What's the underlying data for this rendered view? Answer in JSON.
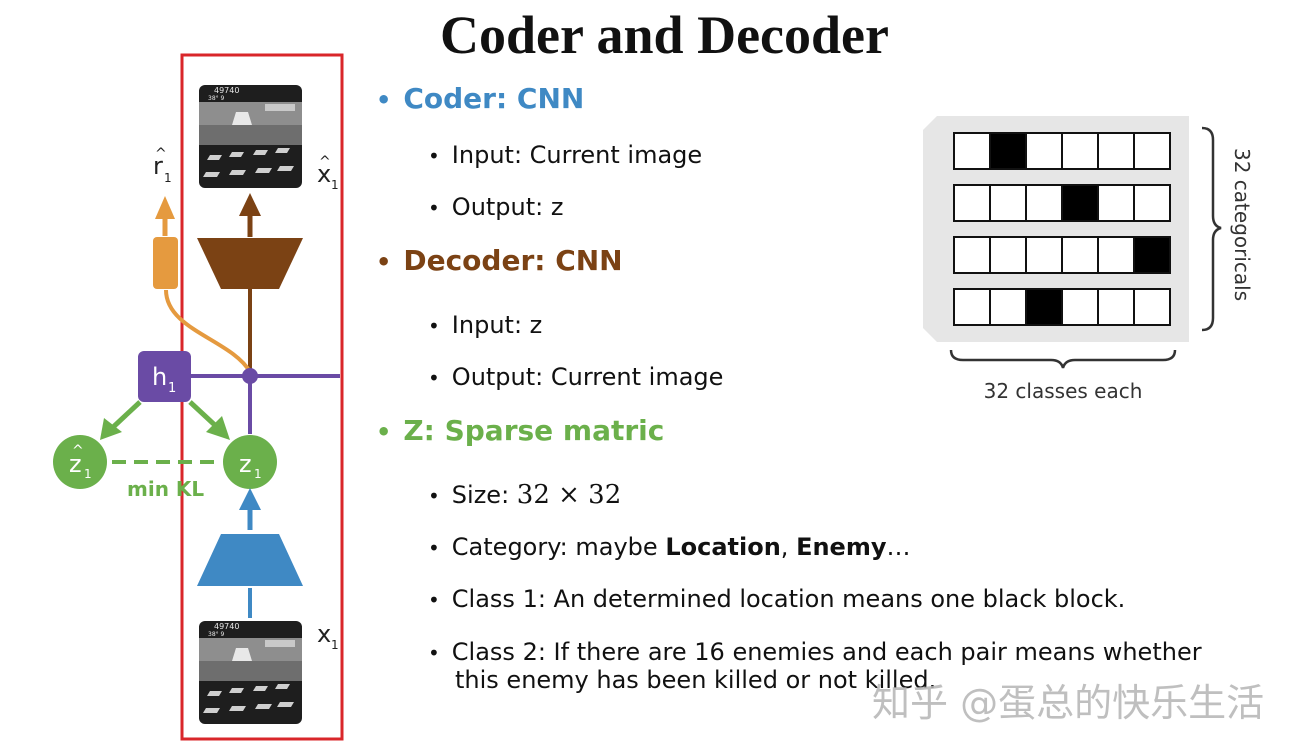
{
  "title": "Coder and Decoder",
  "bullets": {
    "coder": "Coder: CNN",
    "coder_input": "Input: Current image",
    "coder_output": "Output: z",
    "decoder": "Decoder: CNN",
    "decoder_input": "Input: z",
    "decoder_output": "Output: Current image",
    "z": "Z: Sparse matric",
    "size_prefix": "Size: ",
    "size_value": "32 × 32",
    "category_prefix": "Category:  maybe ",
    "category_location": "Location",
    "category_sep": ", ",
    "category_enemy": "Enemy",
    "category_suffix": "…",
    "class1": "Class 1: An determined location means one black block.",
    "class2_line1": "Class 2: If there are 16 enemies and each pair means whether",
    "class2_line2": "this enemy has been killed or not killed."
  },
  "diagram": {
    "r_hat": "r",
    "r_sub": "1",
    "x_hat": "x",
    "x_hat_sub": "1",
    "h": "h",
    "h_sub": "1",
    "z_hat": "z",
    "z_hat_sub": "1",
    "z": "z",
    "z_sub": "1",
    "min_kl": "min KL",
    "x": "x",
    "x_sub": "1",
    "score": "49740",
    "score_sub": "38°   9"
  },
  "matrix": {
    "rows_label": "32 categoricals",
    "cols_label": "32 classes each",
    "rows": [
      1,
      3,
      5,
      2
    ],
    "cols": 6
  },
  "colors": {
    "blue": "#3f89c4",
    "brown": "#7b4214",
    "green": "#6bb04b",
    "orange": "#e59a3f",
    "purple": "#6a4ba5",
    "red": "#d9262a"
  },
  "watermark": "知乎 @蛋总的快乐生活"
}
